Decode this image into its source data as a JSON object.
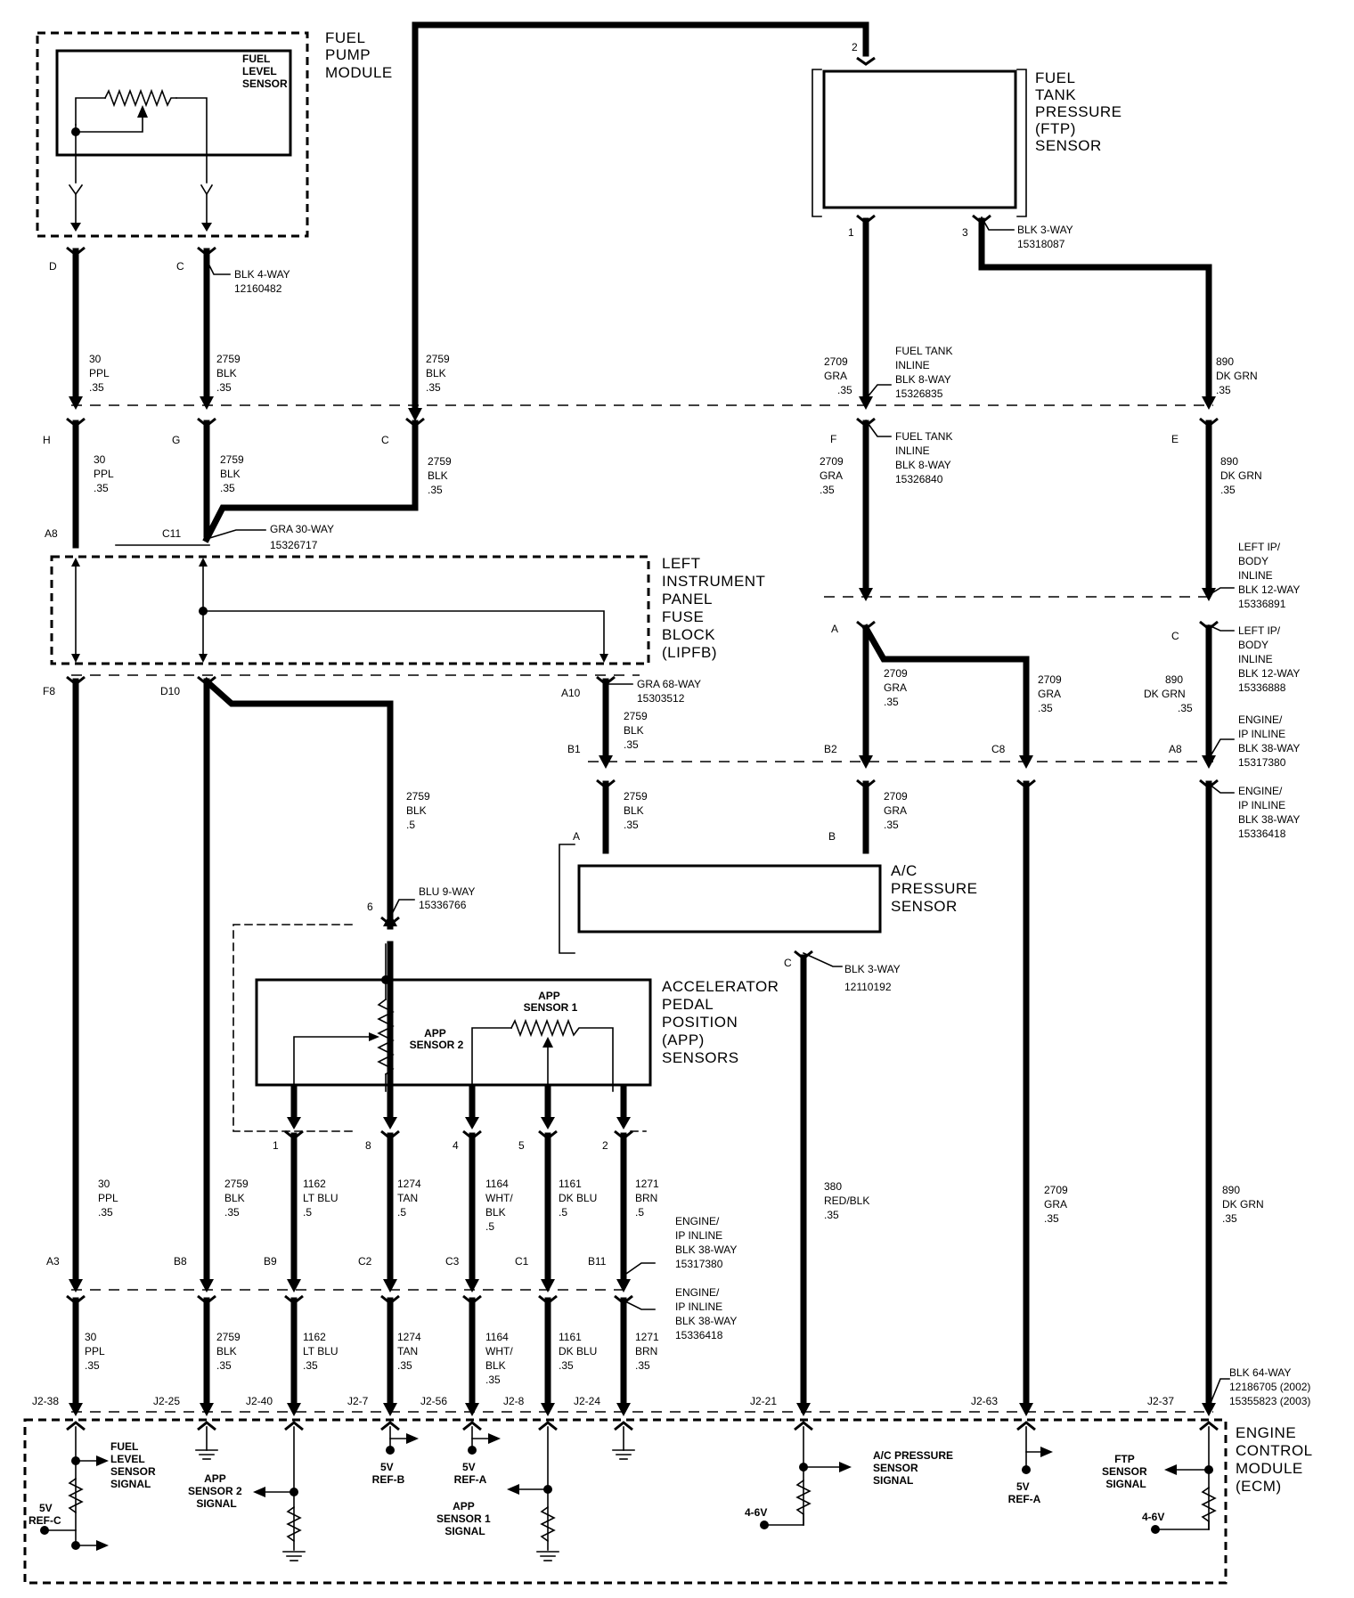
{
  "components": {
    "fuel_pump_module": [
      "FUEL",
      "PUMP",
      "MODULE"
    ],
    "fuel_level_sensor": [
      "FUEL",
      "LEVEL",
      "SENSOR"
    ],
    "ftp_sensor": [
      "FUEL",
      "TANK",
      "PRESSURE",
      "(FTP)",
      "SENSOR"
    ],
    "lipfb": [
      "LEFT",
      "INSTRUMENT",
      "PANEL",
      "FUSE",
      "BLOCK",
      "(LIPFB)"
    ],
    "ac_pressure_sensor": [
      "A/C",
      "PRESSURE",
      "SENSOR"
    ],
    "app_sensors": [
      "ACCELERATOR",
      "PEDAL",
      "POSITION",
      "(APP)",
      "SENSORS"
    ],
    "app_sensor_1": [
      "APP",
      "SENSOR 1"
    ],
    "app_sensor_2": [
      "APP",
      "SENSOR 2"
    ],
    "ecm": [
      "ENGINE",
      "CONTROL",
      "MODULE",
      "(ECM)"
    ]
  },
  "connectors": {
    "blk4": [
      "BLK 4-WAY",
      "12160482"
    ],
    "ftp_blk3": [
      "BLK 3-WAY",
      "15318087"
    ],
    "ft_inline_a": [
      "FUEL TANK",
      "INLINE",
      "BLK 8-WAY",
      "15326835"
    ],
    "ft_inline_b": [
      "FUEL TANK",
      "INLINE",
      "BLK 8-WAY",
      "15326840"
    ],
    "gra30": [
      "GRA 30-WAY",
      "15326717"
    ],
    "gra68": [
      "GRA 68-WAY",
      "15303512"
    ],
    "lipbody_a": [
      "LEFT IP/",
      "BODY",
      "INLINE",
      "BLK 12-WAY",
      "15336891"
    ],
    "lipbody_b": [
      "LEFT IP/",
      "BODY",
      "INLINE",
      "BLK 12-WAY",
      "15336888"
    ],
    "engip_a": [
      "ENGINE/",
      "IP INLINE",
      "BLK 38-WAY",
      "15317380"
    ],
    "engip_b": [
      "ENGINE/",
      "IP INLINE",
      "BLK 38-WAY",
      "15336418"
    ],
    "blu9": [
      "BLU 9-WAY",
      "15336766"
    ],
    "ac_blk3": [
      "BLK 3-WAY",
      "12110192"
    ],
    "ecm_blk64": [
      "BLK 64-WAY",
      "12186705 (2002)",
      "15355823 (2003)"
    ]
  },
  "pins": {
    "D": "D",
    "C": "C",
    "H": "H",
    "G": "G",
    "A8": "A8",
    "C11": "C11",
    "F8": "F8",
    "D10": "D10",
    "A10": "A10",
    "B1": "B1",
    "A": "A",
    "B": "B",
    "B2": "B2",
    "C8": "C8",
    "E": "E",
    "F": "F",
    "p1": "1",
    "p2": "2",
    "p3": "3",
    "p4": "4",
    "p5": "5",
    "p6": "6",
    "p8": "8",
    "A3": "A3",
    "B8": "B8",
    "B9": "B9",
    "C2": "C2",
    "C3": "C3",
    "C1": "C1",
    "B11": "B11",
    "J2_38": "J2-38",
    "J2_25": "J2-25",
    "J2_40": "J2-40",
    "J2_7": "J2-7",
    "J2_56": "J2-56",
    "J2_8": "J2-8",
    "J2_24": "J2-24",
    "J2_21": "J2-21",
    "J2_63": "J2-63",
    "J2_37": "J2-37"
  },
  "wires": {
    "w30_035": [
      "30",
      "PPL",
      ".35"
    ],
    "w2759_035": [
      "2759",
      "BLK",
      ".35"
    ],
    "w2759_05": [
      "2759",
      "BLK",
      ".5"
    ],
    "w2709_035": [
      "2709",
      "GRA",
      ".35"
    ],
    "w890_035": [
      "890",
      "DK GRN",
      ".35"
    ],
    "w1162_05": [
      "1162",
      "LT BLU",
      ".5"
    ],
    "w1162_035": [
      "1162",
      "LT BLU",
      ".35"
    ],
    "w1274_05": [
      "1274",
      "TAN",
      ".5"
    ],
    "w1274_035": [
      "1274",
      "TAN",
      ".35"
    ],
    "w1164_05": [
      "1164",
      "WHT/",
      "BLK",
      ".5"
    ],
    "w1164_035": [
      "1164",
      "WHT/",
      "BLK",
      ".35"
    ],
    "w1161_05": [
      "1161",
      "DK BLU",
      ".5"
    ],
    "w1161_035": [
      "1161",
      "DK BLU",
      ".35"
    ],
    "w1271_05": [
      "1271",
      "BRN",
      ".5"
    ],
    "w1271_035": [
      "1271",
      "BRN",
      ".35"
    ],
    "w380_035": [
      "380",
      "RED/BLK",
      ".35"
    ]
  },
  "ecm_labels": {
    "fuel_level_signal": [
      "FUEL",
      "LEVEL",
      "SENSOR",
      "SIGNAL"
    ],
    "ref_c": [
      "5V",
      "REF-C"
    ],
    "app2_signal": [
      "APP",
      "SENSOR 2",
      "SIGNAL"
    ],
    "ref_b": [
      "5V",
      "REF-B"
    ],
    "ref_a1": [
      "5V",
      "REF-A"
    ],
    "app1_signal": [
      "APP",
      "SENSOR 1",
      "SIGNAL"
    ],
    "ac_signal": [
      "A/C PRESSURE",
      "SENSOR",
      "SIGNAL"
    ],
    "v46_a": "4-6V",
    "ref_a2": [
      "5V",
      "REF-A"
    ],
    "ftp_signal": [
      "FTP",
      "SENSOR",
      "SIGNAL"
    ],
    "v46_b": "4-6V"
  }
}
